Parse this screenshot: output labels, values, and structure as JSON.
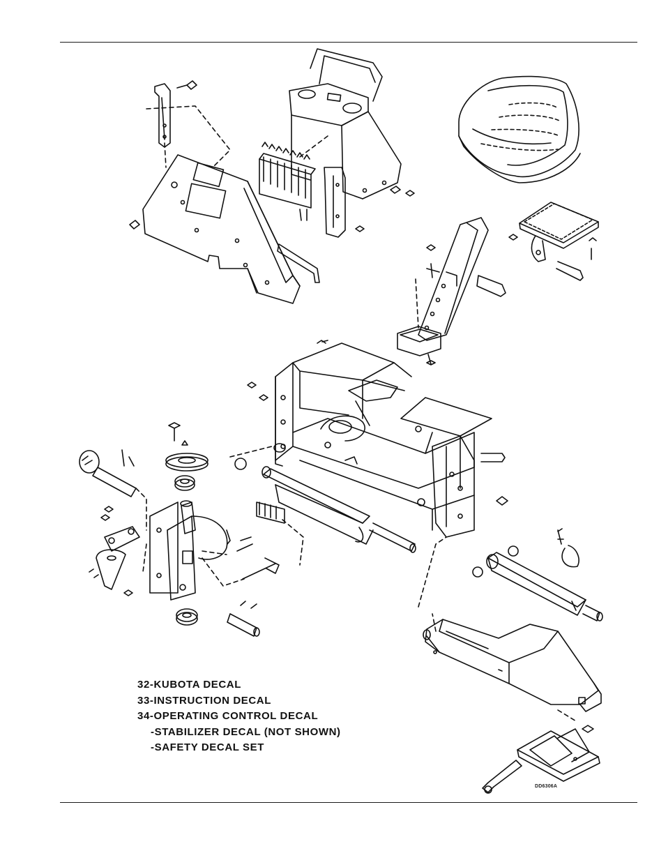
{
  "legend": [
    {
      "text": "32-KUBOTA DECAL",
      "sub": false
    },
    {
      "text": "33-INSTRUCTION DECAL",
      "sub": false
    },
    {
      "text": "34-OPERATING CONTROL DECAL",
      "sub": false
    },
    {
      "text": "-STABILIZER DECAL (NOT SHOWN)",
      "sub": true
    },
    {
      "text": "-SAFETY DECAL SET",
      "sub": true
    }
  ],
  "drawing_code": "DD6306A",
  "parts": [
    {
      "name": "mounting-bracket",
      "kind": "bracket"
    },
    {
      "name": "side-panel",
      "kind": "panel"
    },
    {
      "name": "valve-housing",
      "kind": "housing"
    },
    {
      "name": "control-valve-bank",
      "kind": "valve"
    },
    {
      "name": "seat",
      "kind": "seat"
    },
    {
      "name": "seat-plate",
      "kind": "plate"
    },
    {
      "name": "stabilizer-leg",
      "kind": "leg"
    },
    {
      "name": "main-frame",
      "kind": "frame"
    },
    {
      "name": "swing-pivot-post",
      "kind": "pivot"
    },
    {
      "name": "swing-cylinder",
      "kind": "cylinder"
    },
    {
      "name": "stabilizer-cylinder",
      "kind": "cylinder"
    },
    {
      "name": "boom-arm",
      "kind": "boom"
    },
    {
      "name": "stabilizer-pad",
      "kind": "pad"
    }
  ]
}
